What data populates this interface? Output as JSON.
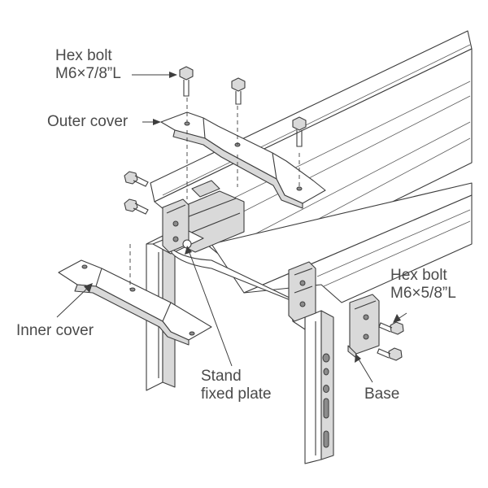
{
  "labels": {
    "hex_bolt_top": {
      "line1": "Hex bolt",
      "line2": "M6×7/8”L"
    },
    "outer_cover": "Outer cover",
    "hex_bolt_right": {
      "line1": "Hex bolt",
      "line2": "M6×5/8”L"
    },
    "inner_cover": "Inner cover",
    "stand_fixed_plate": {
      "line1": "Stand",
      "line2": "fixed plate"
    },
    "base": "Base"
  },
  "colors": {
    "line": "#3d3d3d",
    "shade": "#d9d9d9",
    "label": "#4a4a4a"
  }
}
